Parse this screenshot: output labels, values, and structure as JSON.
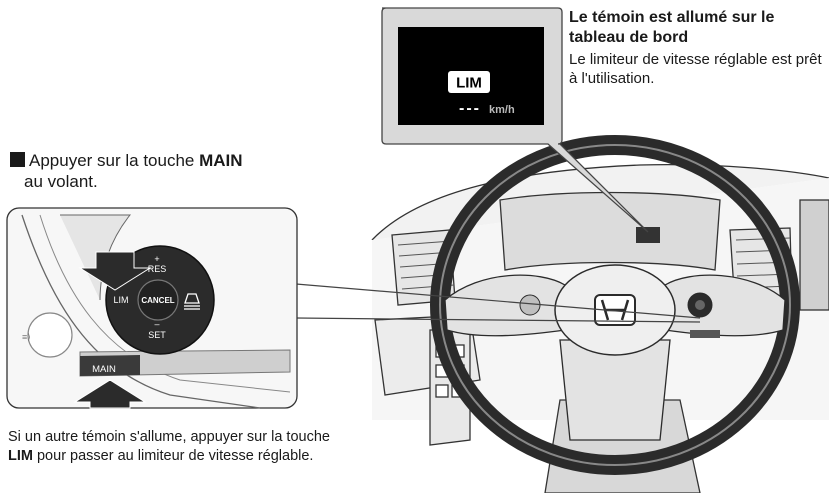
{
  "display": {
    "lim_label": "LIM",
    "speed_placeholder": "---",
    "speed_unit": "km/h"
  },
  "info": {
    "title": "Le témoin est allumé sur le tableau de bord",
    "description": "Le limiteur de vitesse réglable est prêt à l'utilisation."
  },
  "step": {
    "text_before": "Appuyer sur la touche ",
    "key": "MAIN",
    "text_after": " au volant."
  },
  "controls": {
    "res": "RES",
    "plus": "+",
    "lim": "LIM",
    "cancel": "CANCEL",
    "minus": "–",
    "set": "SET",
    "main": "MAIN"
  },
  "note": {
    "text_before": "Si un autre témoin s'allume, appuyer sur la touche ",
    "key": "LIM",
    "text_after": " pour passer au limiteur de vitesse réglable."
  },
  "colors": {
    "display_bg": "#000000",
    "line_art": "#333333",
    "fill_gray": "#d9d9d9",
    "dark_button": "#2b2b2b"
  }
}
